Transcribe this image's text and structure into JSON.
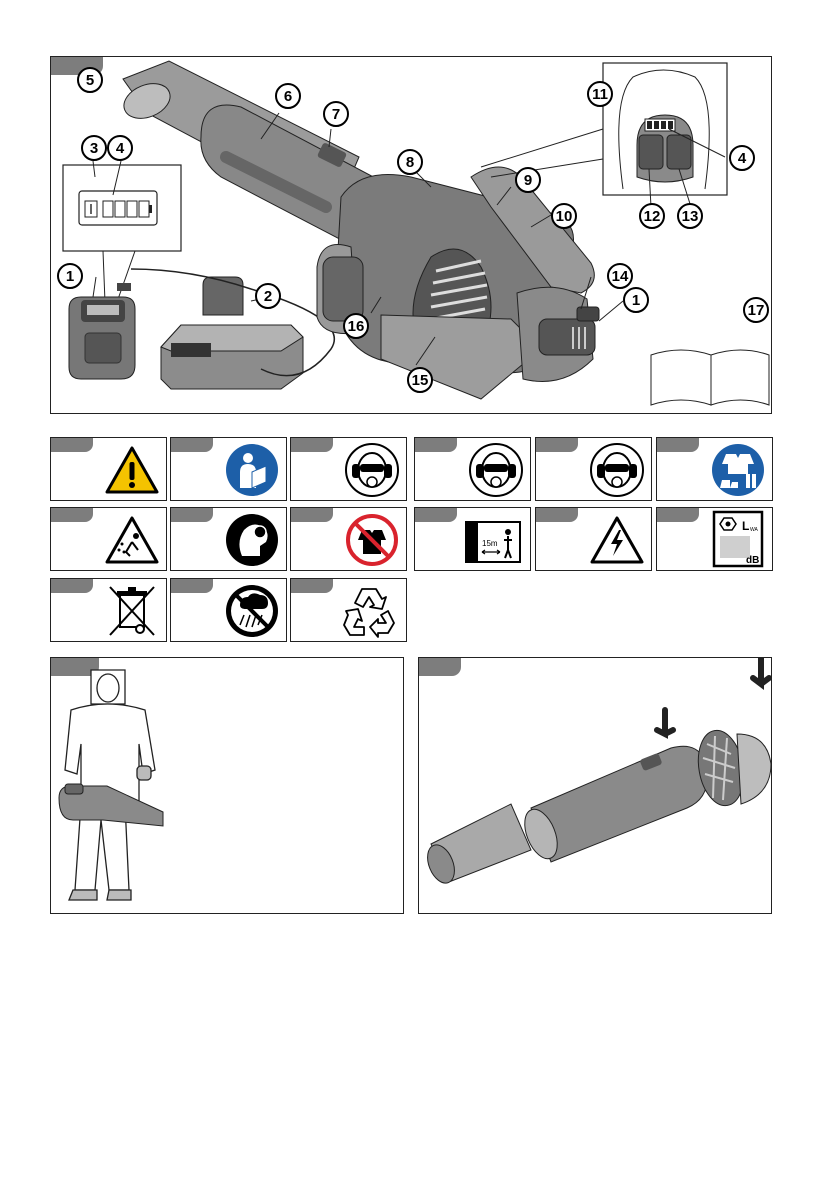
{
  "overview": {
    "callouts": {
      "c1a": "1",
      "c1b": "1",
      "c2": "2",
      "c3": "3",
      "c4a": "4",
      "c4b": "4",
      "c5": "5",
      "c6": "6",
      "c7": "7",
      "c8": "8",
      "c9": "9",
      "c10": "10",
      "c11": "11",
      "c12": "12",
      "c13": "13",
      "c14": "14",
      "c15": "15",
      "c16": "16",
      "c17": "17"
    },
    "battery_level_segments": 4,
    "battery_level_filled": 3
  },
  "symbols": {
    "noise_unit": "dB",
    "noise_symbol": "L",
    "noise_subscript": "WA",
    "distance_label": "15m",
    "icons": [
      "warning-triangle-icon",
      "read-manual-icon",
      "wear-protection-icon",
      "wear-protection-icon",
      "wear-protection-icon",
      "wear-protective-clothing-icon",
      "thrown-objects-icon",
      "hair-entanglement-icon",
      "no-loose-clothing-icon",
      "keep-distance-icon",
      "electric-shock-icon",
      "sound-power-icon",
      "weee-bin-icon",
      "no-rain-icon",
      "recycle-icon"
    ]
  },
  "colors": {
    "label_tab": "#7d7d7d",
    "mandatory_blue": "#1d5fa8",
    "warning_yellow": "#f4c300",
    "prohibition_red": "#d9232d"
  }
}
